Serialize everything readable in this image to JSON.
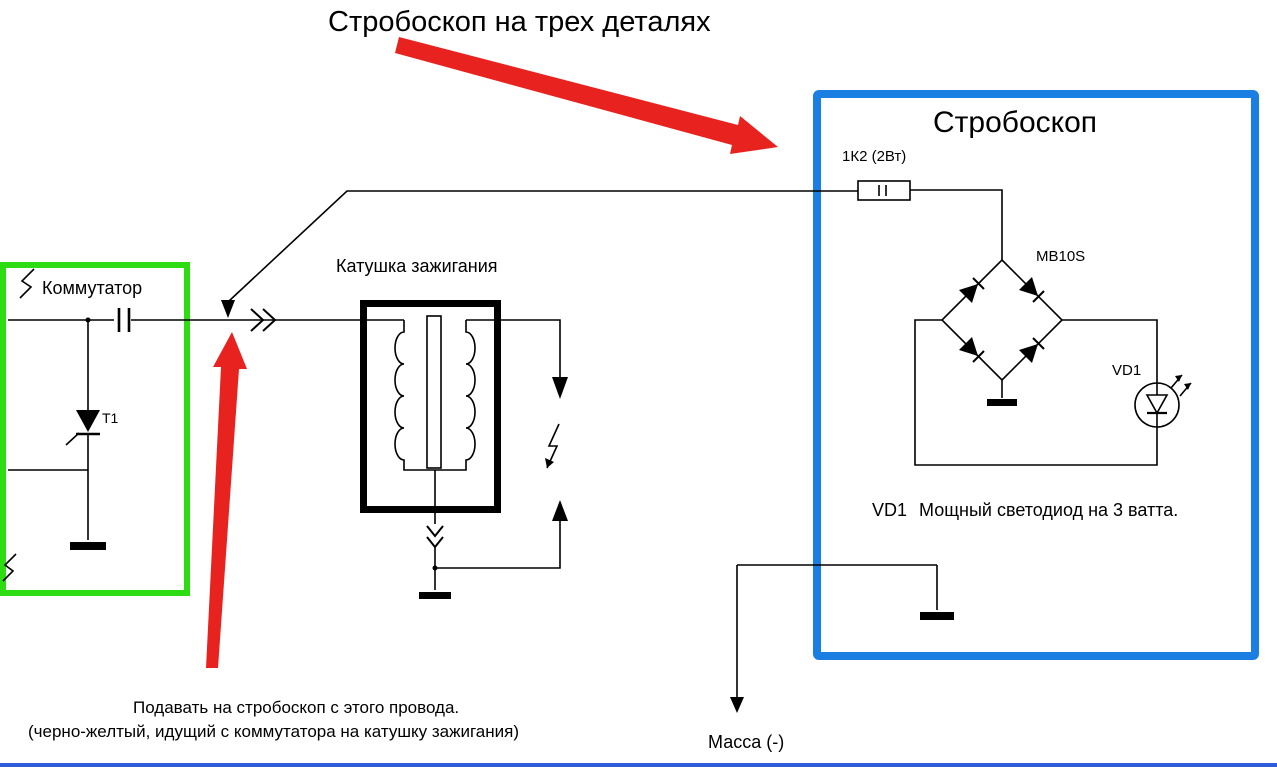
{
  "title": "Стробоскоп на трех деталях",
  "commutator": {
    "label": "Коммутатор",
    "thyristor_label": "T1"
  },
  "ignition_coil": {
    "label": "Катушка зажигания"
  },
  "stroboscope": {
    "label": "Стробоскоп",
    "resistor_label": "1К2 (2Вт)",
    "bridge_label": "MB10S",
    "led_label": "VD1",
    "note_label": "VD1",
    "note_text": "Мощный светодиод на 3 ватта."
  },
  "mass_label": "Масса (-)",
  "annotation": {
    "line1": "Подавать на стробоскоп с этого провода.",
    "line2": "(черно-желтый, идущий с коммутатора на катушку зажигания)"
  },
  "colors": {
    "commutator_box": "#2ddd12",
    "stroboscope_box": "#1b7ee3",
    "arrow": "#e8231f",
    "wire": "#000000",
    "bottom_bar": "#2e5cd8"
  }
}
